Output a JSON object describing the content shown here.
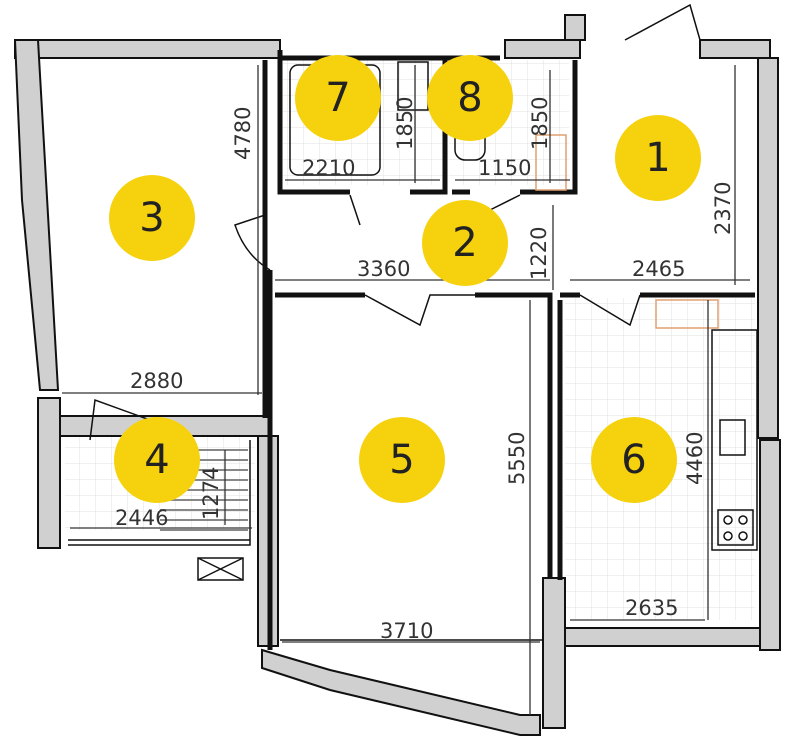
{
  "rooms": [
    {
      "number": "1"
    },
    {
      "number": "2"
    },
    {
      "number": "3"
    },
    {
      "number": "4"
    },
    {
      "number": "5"
    },
    {
      "number": "6"
    },
    {
      "number": "7"
    },
    {
      "number": "8"
    }
  ],
  "dimensions": {
    "d4780": "4780",
    "d1850a": "1850",
    "d1850b": "1850",
    "d2210": "2210",
    "d1150": "1150",
    "d2370": "2370",
    "d1220": "1220",
    "d3360": "3360",
    "d2465": "2465",
    "d2880": "2880",
    "d5550": "5550",
    "d4460": "4460",
    "d1274": "1274",
    "d2446": "2446",
    "d2635": "2635",
    "d3710": "3710"
  },
  "colors": {
    "marker": "#f6d20e",
    "wall": "#d0d0d0"
  }
}
